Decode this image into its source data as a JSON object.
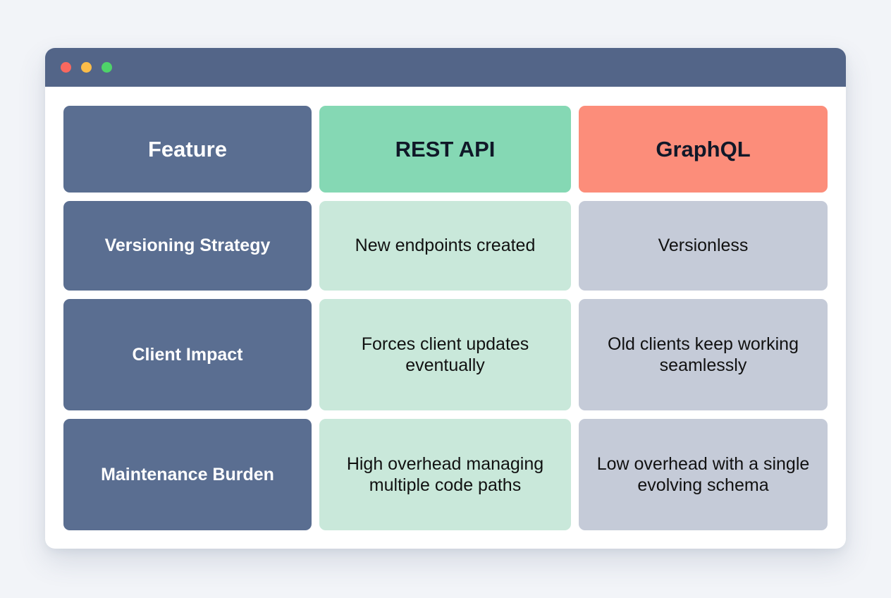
{
  "window": {
    "titlebar": {
      "buttons": [
        {
          "name": "close",
          "icon": "close-dot-icon",
          "color": "#f9685f"
        },
        {
          "name": "minimize",
          "icon": "minimize-dot-icon",
          "color": "#fcbd49"
        },
        {
          "name": "maximize",
          "icon": "maximize-dot-icon",
          "color": "#4ed369"
        }
      ]
    }
  },
  "comparison_table": {
    "headers": {
      "feature": "Feature",
      "rest": "REST API",
      "graphql": "GraphQL"
    },
    "header_colors": {
      "feature_bg": "#5a6e91",
      "rest_bg": "#85d8b4",
      "graphql_bg": "#fc8d7a",
      "body_label_bg": "#5a6e91",
      "body_rest_bg": "#c9e8da",
      "body_graphql_bg": "#c5cbd8"
    },
    "rows": [
      {
        "feature": "Versioning Strategy",
        "rest": "New endpoints created",
        "graphql": "Versionless"
      },
      {
        "feature": "Client Impact",
        "rest": "Forces client updates eventually",
        "graphql": "Old clients keep working seamlessly"
      },
      {
        "feature": "Maintenance Burden",
        "rest": "High overhead managing multiple code paths",
        "graphql": "Low overhead with a single evolving schema"
      }
    ]
  }
}
